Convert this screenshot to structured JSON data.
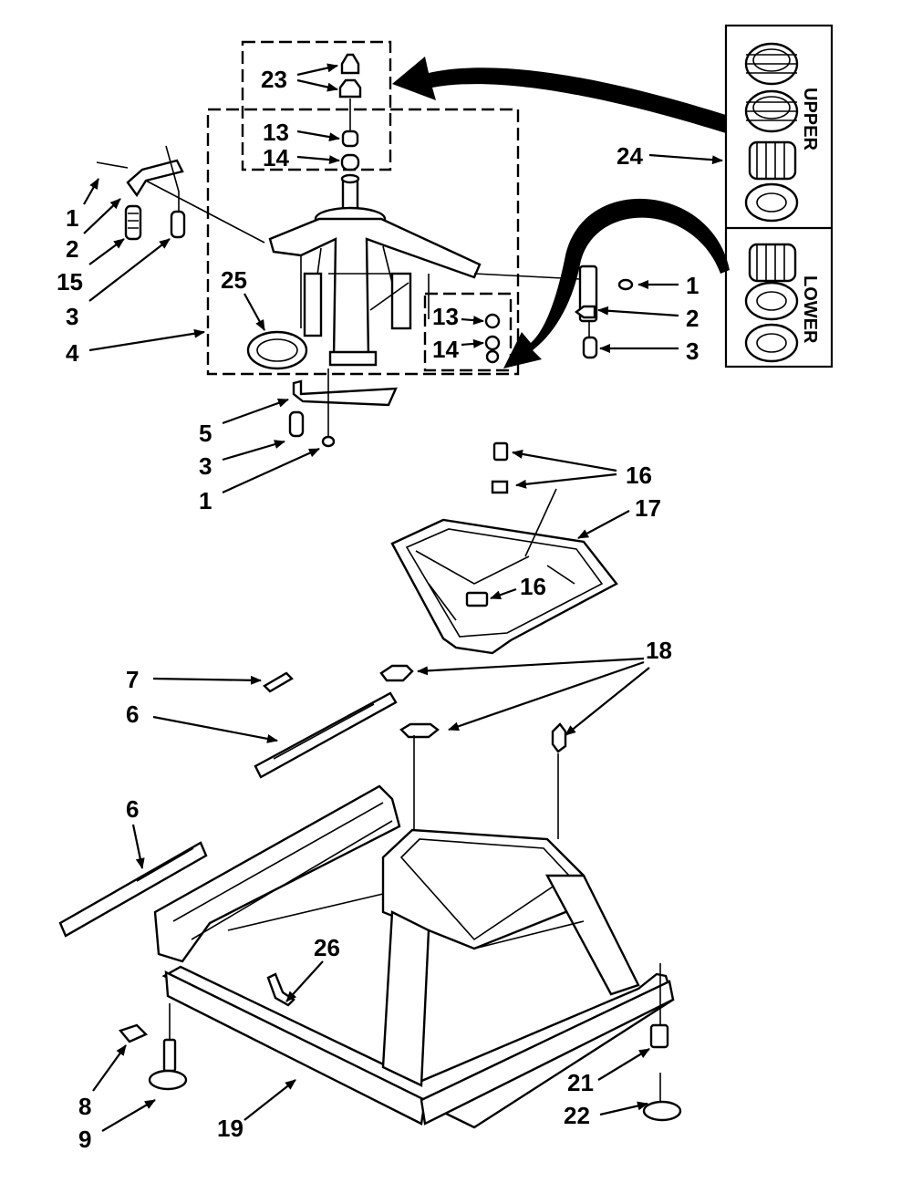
{
  "callouts": {
    "c23": "23",
    "c13a": "13",
    "c14a": "14",
    "c1a": "1",
    "c2a": "2",
    "c15": "15",
    "c3a": "3",
    "c4": "4",
    "c25": "25",
    "c13b": "13",
    "c14b": "14",
    "c1b": "1",
    "c2b": "2",
    "c3b": "3",
    "c24": "24",
    "c5": "5",
    "c3c": "3",
    "c1c": "1",
    "c16a": "16",
    "c17": "17",
    "c16b": "16",
    "c18": "18",
    "c7": "7",
    "c6a": "6",
    "c6b": "6",
    "c26": "26",
    "c8": "8",
    "c9": "9",
    "c19": "19",
    "c21": "21",
    "c22": "22"
  },
  "bearing_kit": {
    "upper_label": "UPPER",
    "lower_label": "LOWER"
  },
  "colors": {
    "ink": "#000000",
    "paper": "#ffffff"
  }
}
